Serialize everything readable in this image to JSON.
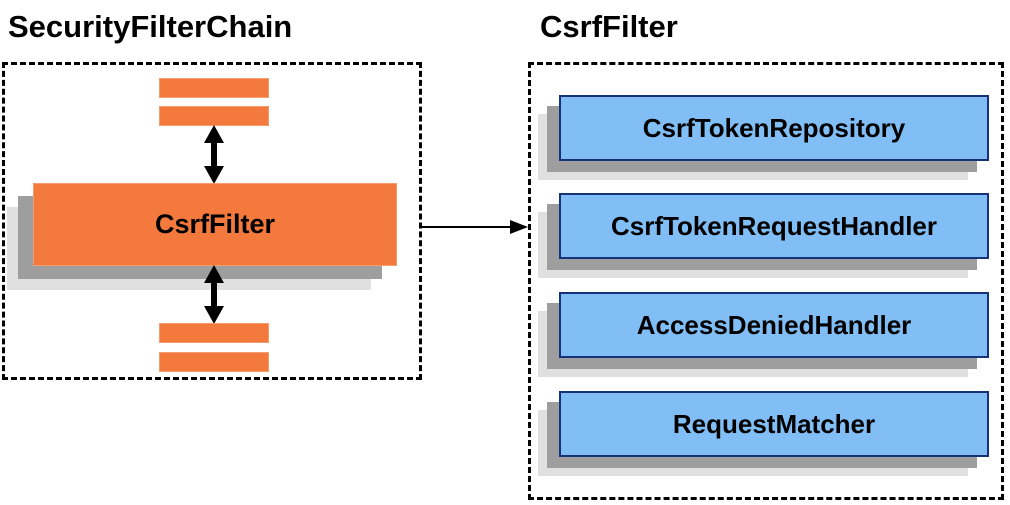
{
  "titles": {
    "left": "SecurityFilterChain",
    "right": "CsrfFilter"
  },
  "security_filter_chain": {
    "filter_box_label": "CsrfFilter",
    "placeholder_bars": 4
  },
  "csrf_filter_components": {
    "boxes": [
      {
        "label": "CsrfTokenRepository"
      },
      {
        "label": "CsrfTokenRequestHandler"
      },
      {
        "label": "AccessDeniedHandler"
      },
      {
        "label": "RequestMatcher"
      }
    ]
  },
  "icons": {
    "vertical_double_arrow": "double-headed vertical arrow",
    "flow_arrow": "right-pointing arrow connecting CsrfFilter to its components"
  },
  "colors": {
    "orange_fill": "#F4793C",
    "orange_border": "#F59C6E",
    "blue_fill": "#81BEF6",
    "blue_border": "#16337A",
    "shadow_dark": "#9E9E9E",
    "shadow_light": "#E0E0E0",
    "line_black": "#000000",
    "background": "#FFFFFF"
  }
}
